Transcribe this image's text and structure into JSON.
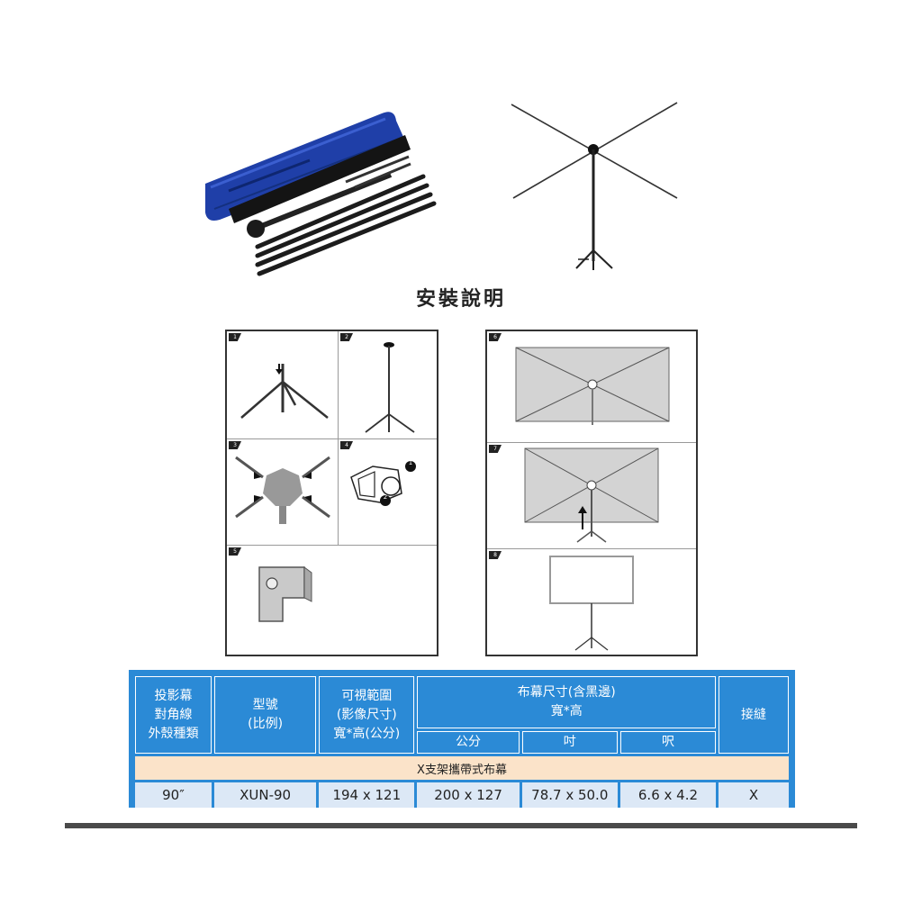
{
  "instructions_title": "安裝說明",
  "steps": [
    "1",
    "2",
    "3",
    "4",
    "5",
    "6",
    "7",
    "8"
  ],
  "step4_markers": [
    "1",
    "2"
  ],
  "table": {
    "h_diag": "投影幕\n對角線\n外殼種類",
    "h_model": "型號\n(比例)",
    "h_view": "可視範圍\n(影像尺寸)\n寬*高(公分)",
    "h_size": "布幕尺寸(含黑邊)\n寬*高",
    "h_cm": "公分",
    "h_inch": "吋",
    "h_feet": "呎",
    "h_seam": "接縫",
    "group_label": "X支架攜帶式布幕",
    "row": {
      "diag": "90″",
      "model": "XUN-90",
      "view": "194 x 121",
      "cm": "200 x 127",
      "inch": "78.7 x 50.0",
      "feet": "6.6 x 4.2",
      "seam": "X"
    }
  },
  "colors": {
    "table_blue": "#2b8ad6",
    "group_bg": "#fbe3c9",
    "data_bg": "#dce8f6",
    "bag_blue": "#1f3fa8"
  }
}
